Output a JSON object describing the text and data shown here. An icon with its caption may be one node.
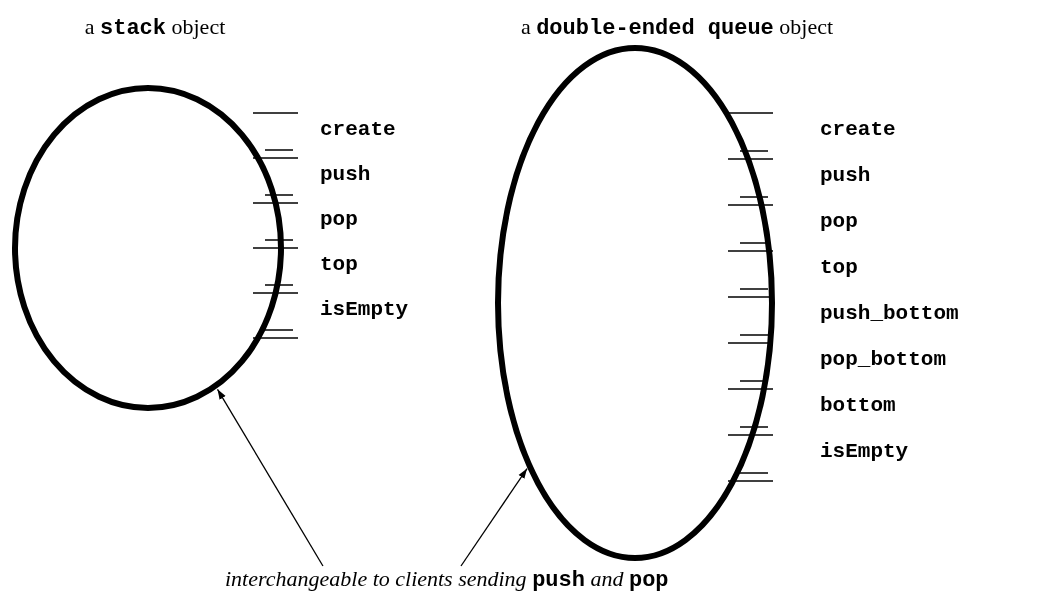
{
  "diagram": {
    "nodes": [
      {
        "text": [
          "a **stack** object"
        ],
        "beside": [
          "create",
          "push",
          "pop",
          "top",
          "isEmpty"
        ]
      },
      {
        "text": [
          "a **double-ended queue** object"
        ],
        "beside": [
          "create",
          "push",
          "pop",
          "top",
          "push_bottom",
          "pop_bottom",
          "bottom",
          "isEmpty"
        ]
      },
      {
        "text": [
          "interchangeable to clients sending **push** and **pop**"
        ]
      }
    ],
    "edges": [
      {
        "from": 2,
        "to": 0,
        "arrow": "to"
      },
      {
        "from": 2,
        "to": 1,
        "arrow": "to"
      }
    ]
  }
}
